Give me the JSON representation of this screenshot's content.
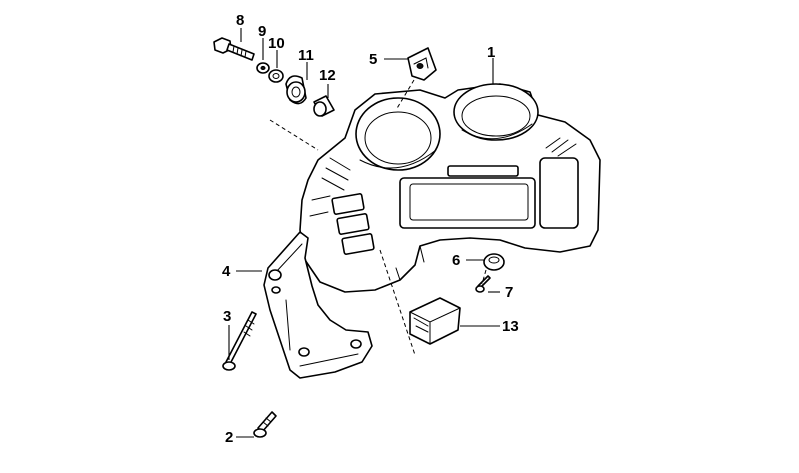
{
  "diagram": {
    "type": "exploded-parts-view",
    "callouts": {
      "c1": "1",
      "c2": "2",
      "c3": "3",
      "c4": "4",
      "c5": "5",
      "c6": "6",
      "c7": "7",
      "c8": "8",
      "c9": "9",
      "c10": "10",
      "c11": "11",
      "c12": "12",
      "c13": "13"
    }
  }
}
